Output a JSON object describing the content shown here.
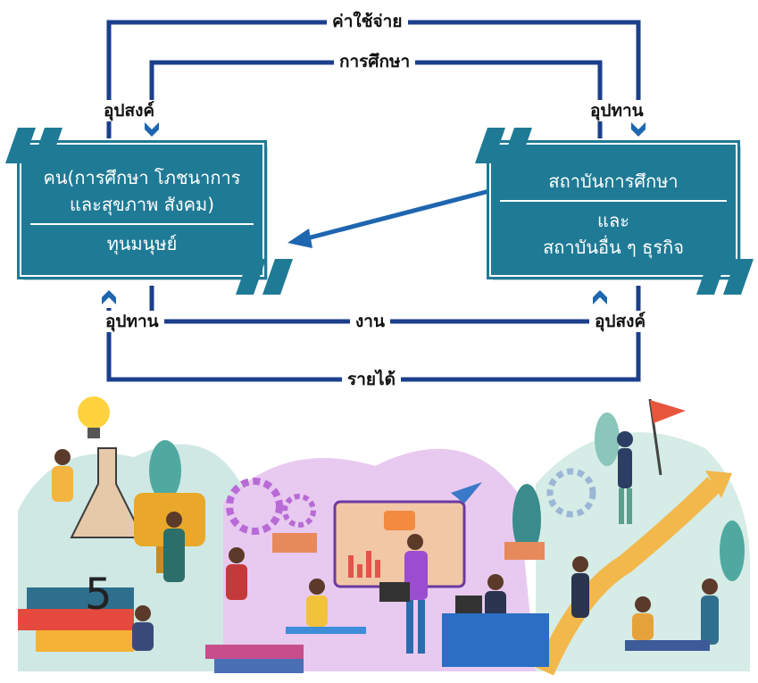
{
  "flows": {
    "expenses": "ค่าใช้จ่าย",
    "education": "การศึกษา",
    "work": "งาน",
    "income": "รายได้",
    "demand_left": "อุปสงค์",
    "supply_right": "อุปทาน",
    "supply_left": "อุปทาน",
    "demand_right": "อุปสงค์"
  },
  "left_box": {
    "line1": "คน(การศึกษา โภชนาการ",
    "line2": "และสุขภาพ สังคม)",
    "line3": "ทุนมนุษย์"
  },
  "right_box": {
    "line1": "สถาบันการศึกษา",
    "line2": "และ",
    "line3": "สถาบันอื่น ๆ ธุรกิจ"
  },
  "illustration_text": {
    "number": "5"
  },
  "colors": {
    "teal": "#1f7a95",
    "navy": "#1b3f8c",
    "arrow_blue": "#1e66b0"
  }
}
